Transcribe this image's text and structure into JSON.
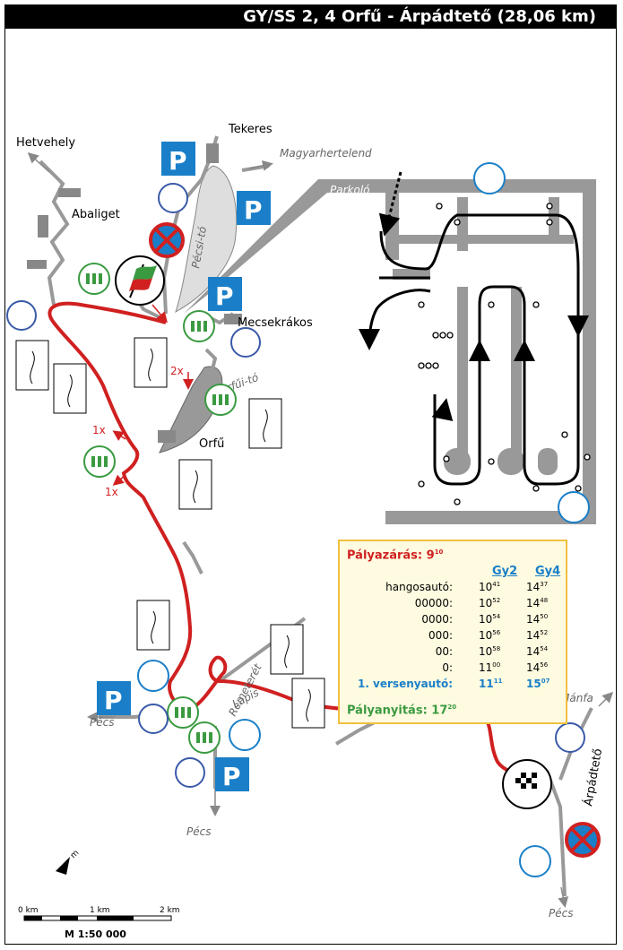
{
  "title": "GY/SS 2, 4 Orfű - Árpádtető (28,06 km)",
  "places": {
    "tekeres": "Tekeres",
    "hetvehely": "Hetvehely",
    "abaliget": "Abaliget",
    "magyarhertelend": "Magyarhertelend",
    "mecsekrakos": "Mecsekrákos",
    "orfu": "Orfű",
    "pecsito": "Pécsi-tó",
    "orfuito": "Orfűi-tó",
    "remeteret": "Remeterét",
    "lapis": "Lapis",
    "pecs1": "Pécs",
    "pecs2": "Pécs",
    "pecs3": "Pécs",
    "manfa": "Mánfa",
    "arpadteto": "Árpádtető",
    "parkolo": "Parkoló"
  },
  "marks": {
    "two_x": "2x",
    "one_x_a": "1x",
    "one_x_b": "1x",
    "parking": "P"
  },
  "timetable": {
    "closing_label": "Pályazárás: ",
    "closing_h": "9",
    "closing_m": "10",
    "col1": "Gy2",
    "col2": "Gy4",
    "rows": [
      {
        "label": "hangosautó:",
        "h1": "10",
        "m1": "41",
        "h2": "14",
        "m2": "37"
      },
      {
        "label": "00000:",
        "h1": "10",
        "m1": "52",
        "h2": "14",
        "m2": "48"
      },
      {
        "label": "0000:",
        "h1": "10",
        "m1": "54",
        "h2": "14",
        "m2": "50"
      },
      {
        "label": "000:",
        "h1": "10",
        "m1": "56",
        "h2": "14",
        "m2": "52"
      },
      {
        "label": "00:",
        "h1": "10",
        "m1": "58",
        "h2": "14",
        "m2": "54"
      },
      {
        "label": "0:",
        "h1": "11",
        "m1": "00",
        "h2": "14",
        "m2": "56"
      },
      {
        "label": "1. versenyautó:",
        "h1": "11",
        "m1": "11",
        "h2": "15",
        "m2": "07"
      }
    ],
    "opening_label": "Pályanyitás: ",
    "opening_h": "17",
    "opening_m": "20"
  },
  "scale": {
    "km0": "0 km",
    "km1": "1 km",
    "km2": "2 km",
    "ratio": "M 1:50 000"
  },
  "north_label": "m",
  "colors": {
    "route": "#d02020",
    "parking": "#1a7fc8",
    "water": "#dedede",
    "roads": "#888888",
    "spectator": "#3a9a40",
    "info": "#1a7fc8"
  }
}
